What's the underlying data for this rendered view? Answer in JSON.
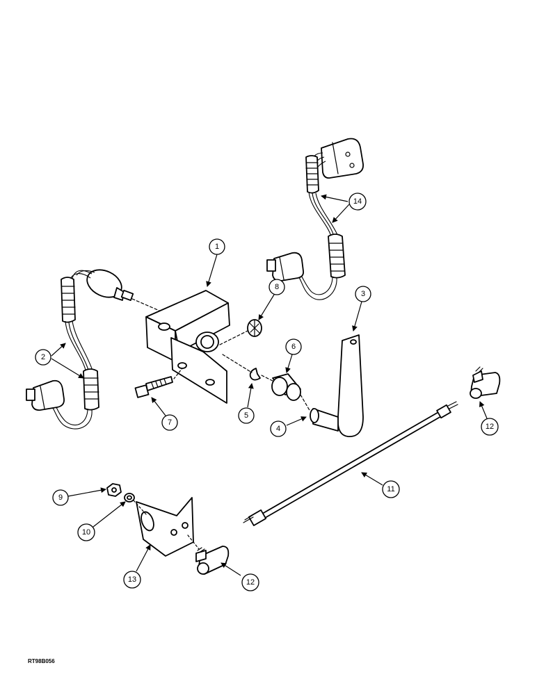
{
  "figure_code": "RT98B056",
  "callouts": [
    {
      "id": "c1",
      "label": "1"
    },
    {
      "id": "c2",
      "label": "2"
    },
    {
      "id": "c3",
      "label": "3"
    },
    {
      "id": "c4",
      "label": "4"
    },
    {
      "id": "c5",
      "label": "5"
    },
    {
      "id": "c6",
      "label": "6"
    },
    {
      "id": "c7",
      "label": "7"
    },
    {
      "id": "c8",
      "label": "8"
    },
    {
      "id": "c9",
      "label": "9"
    },
    {
      "id": "c10",
      "label": "10"
    },
    {
      "id": "c11",
      "label": "11"
    },
    {
      "id": "c12a",
      "label": "12"
    },
    {
      "id": "c12b",
      "label": "12"
    },
    {
      "id": "c13",
      "label": "13"
    },
    {
      "id": "c14",
      "label": "14"
    }
  ]
}
